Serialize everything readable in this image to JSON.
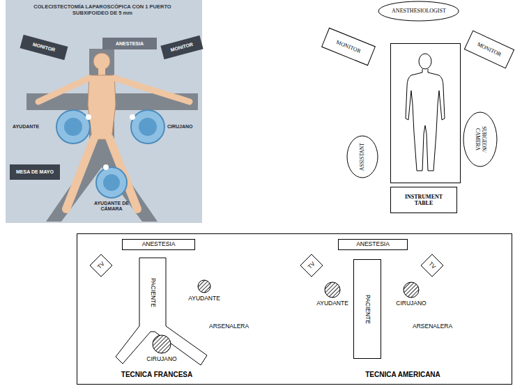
{
  "diagram": {
    "nodes": [
      {
        "text": [
          "MONITOR"
        ]
      },
      {
        "text": [
          "ANESTESIA"
        ]
      },
      {
        "text": [
          "MONITOR"
        ]
      },
      {
        "text": [
          "MESA DE MAYO"
        ]
      },
      {
        "text": [
          "ANESTHESIOLOGIST"
        ]
      },
      {
        "text": [
          "MONITOR"
        ]
      },
      {
        "text": [
          "MONITOR"
        ]
      },
      {
        "text": [
          "ASSISTANT"
        ]
      },
      {
        "text": [
          "SURGEON/ CAMERA"
        ]
      },
      {
        "text": [
          "INSTRUMENT TABLE"
        ]
      },
      {
        "text": [
          "ANESTESIA"
        ]
      },
      {
        "text": [
          "TV"
        ]
      },
      {
        "text": [
          "PACIENTE"
        ]
      },
      {
        "text": [
          "AYUDANTE"
        ]
      },
      {
        "text": [
          "CIRUJANO"
        ]
      },
      {
        "text": [
          "ANESTESIA"
        ]
      },
      {
        "text": [
          "TV"
        ]
      },
      {
        "text": [
          "TV"
        ]
      },
      {
        "text": [
          "AYUDANTE"
        ]
      },
      {
        "text": [
          "PACIENTE"
        ]
      },
      {
        "text": [
          "CIRUJANO"
        ]
      }
    ],
    "labels": [
      "COLECISTECTOMÍA LAPAROSCÓPICA CON 1 PUERTO SUBXIFOIDEO DE 5 mm",
      "AYUDANTE",
      "CIRUJANO",
      "AYUDANTE DE CÁMARA",
      "ARSENALERA",
      "TECNICA FRANCESA",
      "ARSENALERA",
      "TECNICA AMERICANA"
    ]
  }
}
